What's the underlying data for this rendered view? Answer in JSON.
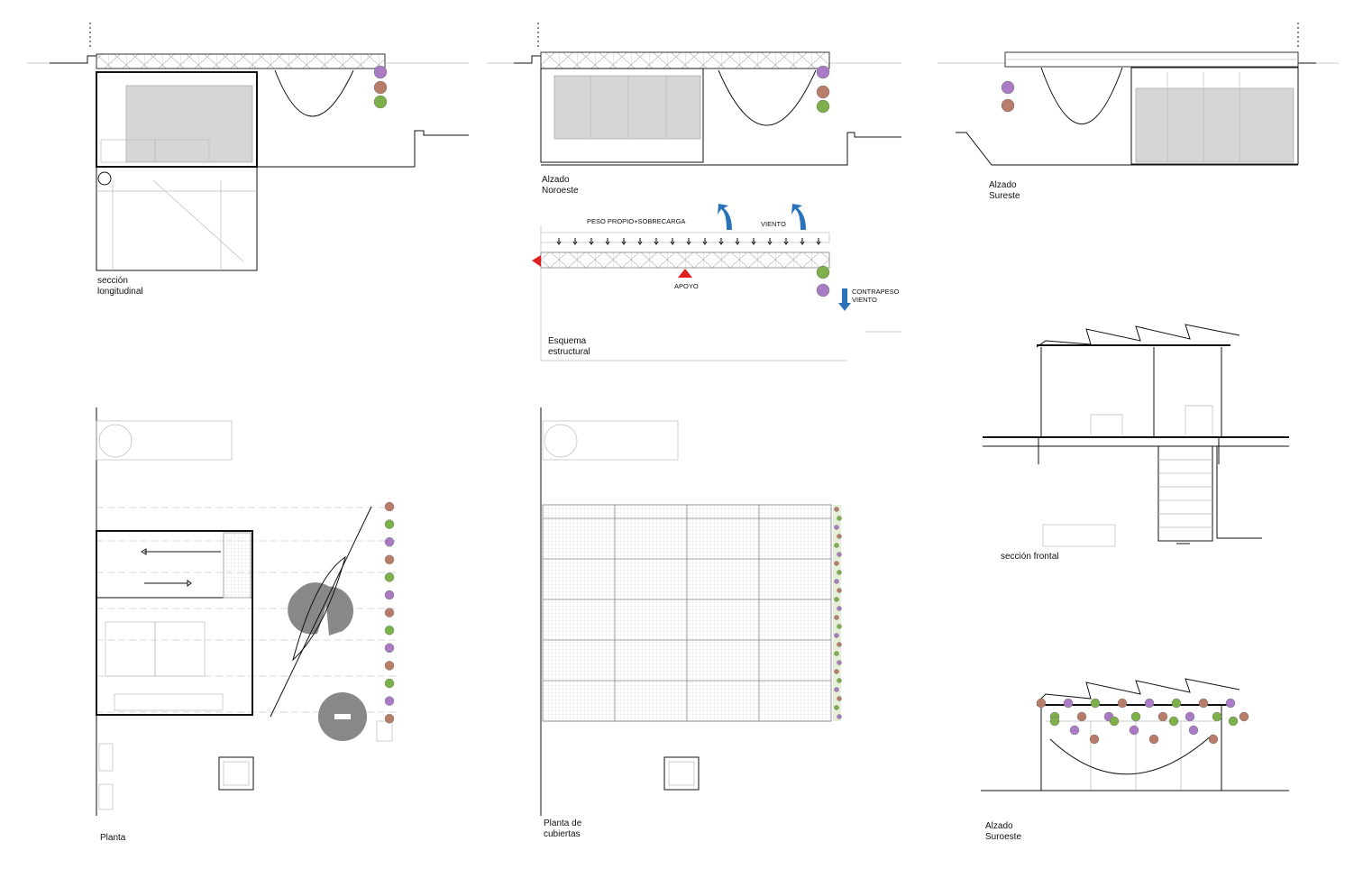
{
  "labels": {
    "seccion_longitudinal": [
      "sección",
      "longitudinal"
    ],
    "alzado_noroeste": [
      "Alzado",
      "Noroeste"
    ],
    "alzado_sureste": [
      "Alzado",
      "Sureste"
    ],
    "esquema_estructural": [
      "Esquema",
      "estructural"
    ],
    "seccion_frontal": "sección frontal",
    "planta": "Planta",
    "planta_cubiertas": [
      "Planta de",
      "cubiertas"
    ],
    "alzado_suroeste": [
      "Alzado",
      "Suroeste"
    ]
  },
  "structural": {
    "load": "PESO PROPIO+SOBRECARGA",
    "wind": "VIENTO",
    "support": "APOYO",
    "counterweight": [
      "CONTRAPESO",
      "VIENTO"
    ]
  },
  "colors": {
    "support": "#e02020",
    "wind_arrow": "#2a73b8",
    "glass": "#d6d6d6",
    "plant_purple": "#a97bc4",
    "plant_green": "#7db04a",
    "plant_terracotta": "#b87c6a"
  }
}
